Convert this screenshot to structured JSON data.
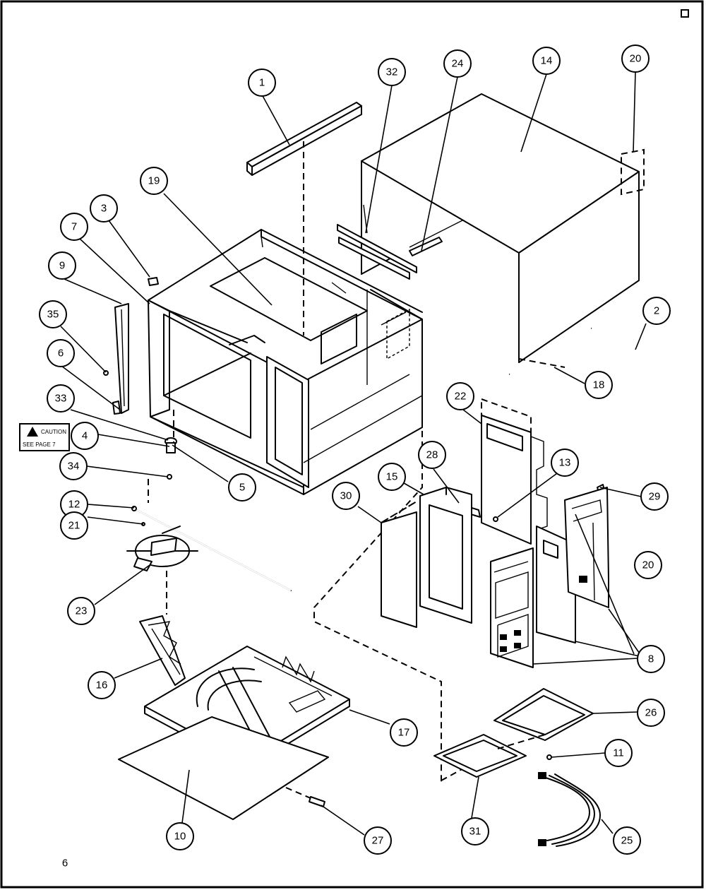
{
  "page_number": "6",
  "warning_label": {
    "title": "CAUTION",
    "subtitle": "SEE PAGE 7"
  },
  "callouts": [
    {
      "id": "c1",
      "label": "1"
    },
    {
      "id": "c32",
      "label": "32"
    },
    {
      "id": "c24",
      "label": "24"
    },
    {
      "id": "c14",
      "label": "14"
    },
    {
      "id": "c20a",
      "label": "20"
    },
    {
      "id": "c19",
      "label": "19"
    },
    {
      "id": "c3",
      "label": "3"
    },
    {
      "id": "c7",
      "label": "7"
    },
    {
      "id": "c9",
      "label": "9"
    },
    {
      "id": "c35",
      "label": "35"
    },
    {
      "id": "c6",
      "label": "6"
    },
    {
      "id": "c33",
      "label": "33"
    },
    {
      "id": "c4",
      "label": "4"
    },
    {
      "id": "c34",
      "label": "34"
    },
    {
      "id": "c5",
      "label": "5"
    },
    {
      "id": "c12",
      "label": "12"
    },
    {
      "id": "c21",
      "label": "21"
    },
    {
      "id": "c23",
      "label": "23"
    },
    {
      "id": "c16",
      "label": "16"
    },
    {
      "id": "c17",
      "label": "17"
    },
    {
      "id": "c10",
      "label": "10"
    },
    {
      "id": "c27",
      "label": "27"
    },
    {
      "id": "c2",
      "label": "2"
    },
    {
      "id": "c18",
      "label": "18"
    },
    {
      "id": "c22",
      "label": "22"
    },
    {
      "id": "c28",
      "label": "28"
    },
    {
      "id": "c13",
      "label": "13"
    },
    {
      "id": "c15",
      "label": "15"
    },
    {
      "id": "c30",
      "label": "30"
    },
    {
      "id": "c29",
      "label": "29"
    },
    {
      "id": "c20b",
      "label": "20"
    },
    {
      "id": "c8",
      "label": "8"
    },
    {
      "id": "c26",
      "label": "26"
    },
    {
      "id": "c11",
      "label": "11"
    },
    {
      "id": "c31",
      "label": "31"
    },
    {
      "id": "c25",
      "label": "25"
    }
  ]
}
